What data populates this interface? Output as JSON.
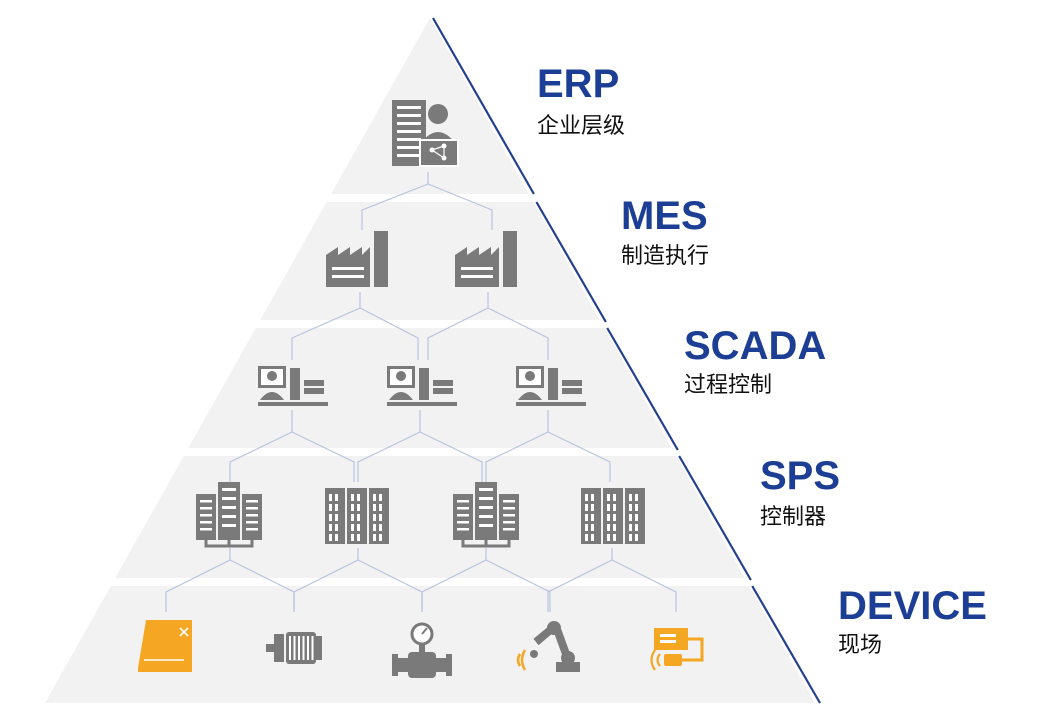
{
  "colors": {
    "band": "#f2f2f2",
    "icon_gray": "#7a7a7a",
    "device_orange": "#f5a623",
    "connector": "#b8c3e0",
    "title_blue": "#1c3f95",
    "edge_line": "#23408e"
  },
  "levels": [
    {
      "title": "ERP",
      "subtitle": "企业层级",
      "icon": "erp-server-user-icon"
    },
    {
      "title": "MES",
      "subtitle": "制造执行",
      "icon": "factory-icon"
    },
    {
      "title": "SCADA",
      "subtitle": "过程控制",
      "icon": "workstation-icon"
    },
    {
      "title": "SPS",
      "subtitle": "控制器",
      "icon": "plc-cabinet-icon"
    },
    {
      "title": "DEVICE",
      "subtitle": "现场",
      "icon": "field-device-icon"
    }
  ],
  "devices": [
    "hmi-panel-icon",
    "motor-icon",
    "pressure-valve-icon",
    "robot-arm-icon",
    "sensor-icon"
  ]
}
